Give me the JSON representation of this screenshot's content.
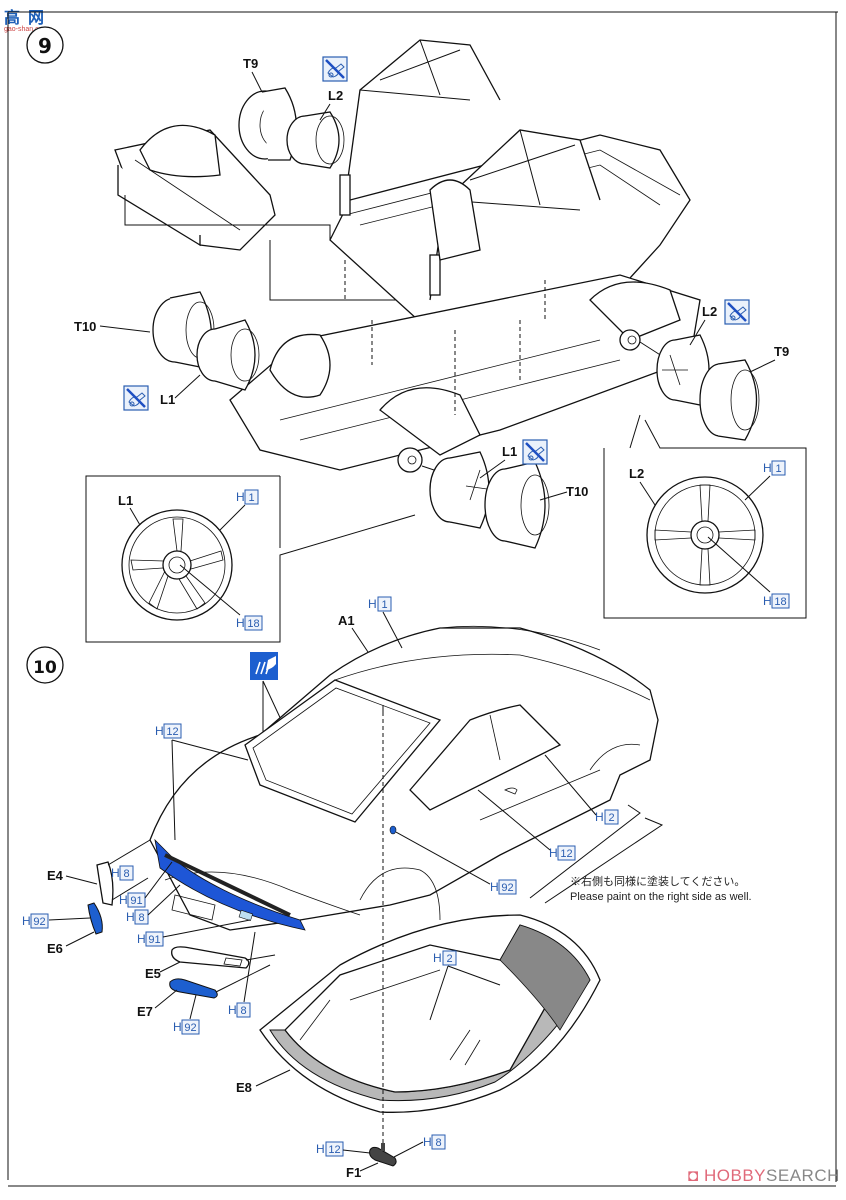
{
  "watermark": {
    "top": "高网",
    "sub": "gao-shan.com"
  },
  "steps": [
    {
      "number": "9"
    },
    {
      "number": "10"
    }
  ],
  "step9": {
    "parts": {
      "T9_top": "T9",
      "L2_top": "L2",
      "T10_left": "T10",
      "L1_left": "L1",
      "L2_right": "L2",
      "T9_right": "T9",
      "L1_bottom": "L1",
      "T10_bottom": "T10"
    },
    "no_glue_icons": [
      "no-glue-icon",
      "no-glue-icon",
      "no-glue-icon",
      "no-glue-icon"
    ],
    "detail_left": {
      "part": "L1",
      "color_rim": {
        "prefix": "H",
        "code": "1"
      },
      "color_hub": {
        "prefix": "H",
        "code": "18"
      }
    },
    "detail_right": {
      "part": "L2",
      "color_rim": {
        "prefix": "H",
        "code": "1"
      },
      "color_hub": {
        "prefix": "H",
        "code": "18"
      }
    }
  },
  "step10": {
    "body": {
      "part": "A1",
      "color": {
        "prefix": "H",
        "code": "1"
      }
    },
    "callouts": [
      {
        "prefix": "H",
        "code": "12"
      },
      {
        "prefix": "H",
        "code": "2"
      },
      {
        "prefix": "H",
        "code": "12"
      },
      {
        "prefix": "H",
        "code": "92"
      },
      {
        "prefix": "H",
        "code": "8"
      },
      {
        "prefix": "H",
        "code": "91"
      },
      {
        "prefix": "H",
        "code": "8"
      },
      {
        "prefix": "H",
        "code": "92"
      },
      {
        "prefix": "H",
        "code": "91"
      },
      {
        "prefix": "H",
        "code": "8"
      },
      {
        "prefix": "H",
        "code": "92"
      },
      {
        "prefix": "H",
        "code": "2"
      },
      {
        "prefix": "H",
        "code": "12"
      },
      {
        "prefix": "H",
        "code": "8"
      }
    ],
    "parts": {
      "E4": "E4",
      "E6": "E6",
      "E5": "E5",
      "E7": "E7",
      "E8": "E8",
      "F1": "F1"
    },
    "note_ja": "※右側も同様に塗装してください。",
    "note_en": "Please paint on the right side as well."
  },
  "footer": {
    "brand_red": "HOBBY",
    "brand_gray": "SEARCH"
  },
  "colors": {
    "callout_blue": "#2a5db0",
    "paint_blue": "#1e56d6",
    "decal_blue": "#1d5fcf"
  }
}
